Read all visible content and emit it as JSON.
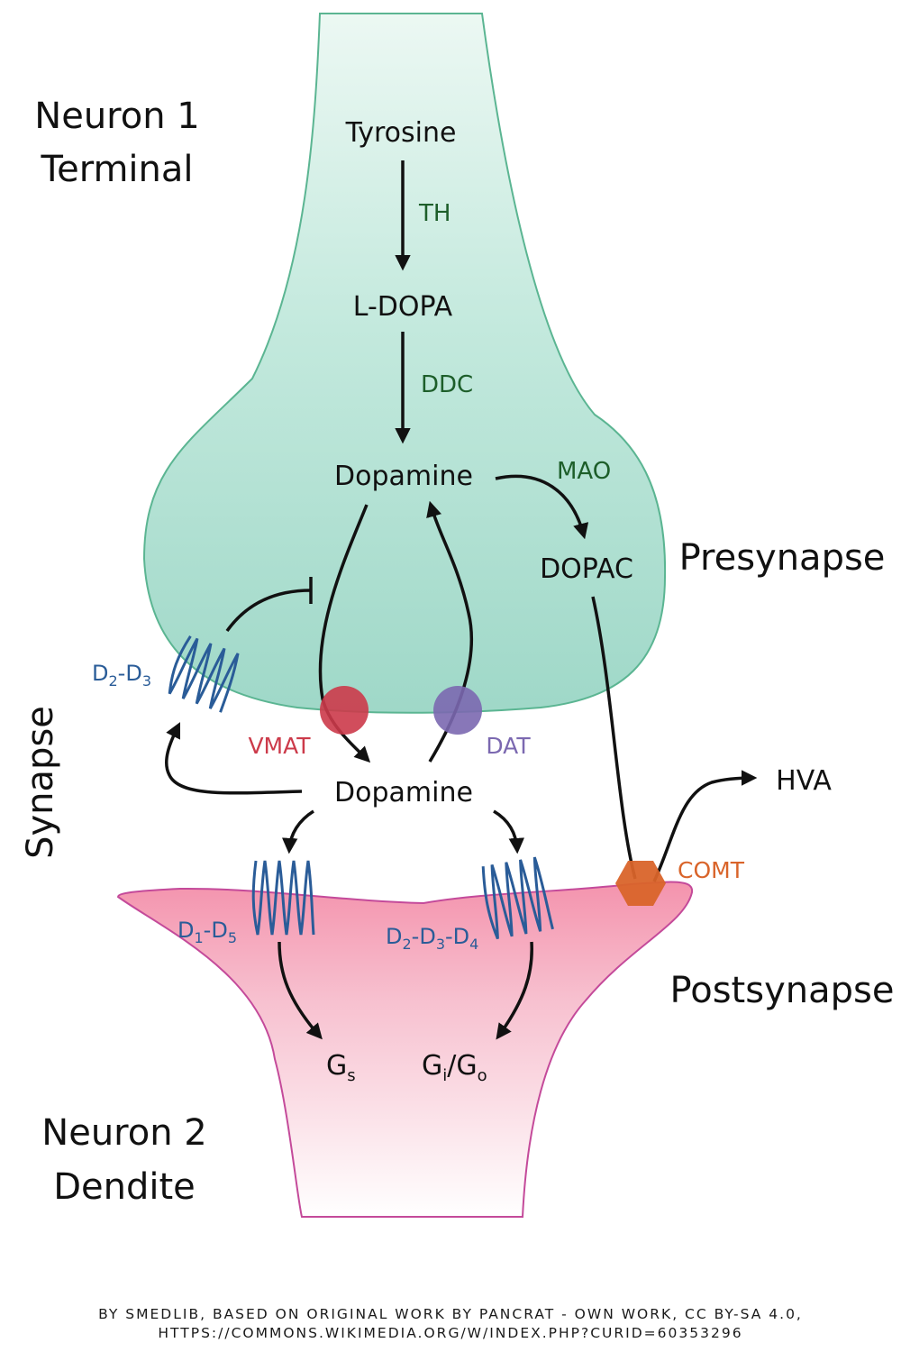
{
  "labels": {
    "neuron1_line1": "Neuron 1",
    "neuron1_line2": "Terminal",
    "presynapse": "Presynapse",
    "synapse": "Synapse",
    "postsynapse": "Postsynapse",
    "neuron2_line1": "Neuron 2",
    "neuron2_line2": "Dendite"
  },
  "molecules": {
    "tyrosine": "Tyrosine",
    "l_dopa": "L-DOPA",
    "dopamine_pre": "Dopamine",
    "dopac": "DOPAC",
    "dopamine_synapse": "Dopamine",
    "hva": "HVA",
    "gs": "G",
    "gs_sub": "s",
    "gi": "G",
    "gi_sub": "i",
    "go_sep": "/G",
    "go_sub": "o"
  },
  "enzymes": {
    "th": "TH",
    "ddc": "DDC",
    "mao": "MAO",
    "vmat": "VMAT",
    "dat": "DAT",
    "comt": "COMT"
  },
  "receptors": {
    "auto_a": "D",
    "auto_a_sub": "2",
    "auto_b": "-D",
    "auto_b_sub": "3",
    "d1_a": "D",
    "d1_a_sub": "1",
    "d1_b": "-D",
    "d1_b_sub": "5",
    "d2_a": "D",
    "d2_a_sub": "2",
    "d2_b": "-D",
    "d2_b_sub": "3",
    "d2_c": "-D",
    "d2_c_sub": "4"
  },
  "credit": {
    "line1": "By Smedlib, based on original work by Pancrat - Own work, CC BY-SA 4.0,",
    "line2": "https://commons.wikimedia.org/w/index.php?curid=60353296"
  },
  "colors": {
    "presynapse_fill_top": "#d8f1e8",
    "presynapse_fill_bottom": "#9fd8c8",
    "presynapse_stroke": "#5bb592",
    "postsynapse_fill_top": "#f49ab2",
    "postsynapse_fill_bottom": "#ffffff",
    "postsynapse_stroke": "#c44a9a",
    "enzyme_green": "#1d5e2a",
    "receptor_blue": "#2a5c98",
    "vmat_red": "#cc3a4a",
    "dat_purple": "#7b68b0",
    "comt_orange": "#d9642a"
  },
  "icons": {
    "vmat": "circle",
    "dat": "circle",
    "comt": "hexagon",
    "receptors": "seven-transmembrane-coil"
  }
}
